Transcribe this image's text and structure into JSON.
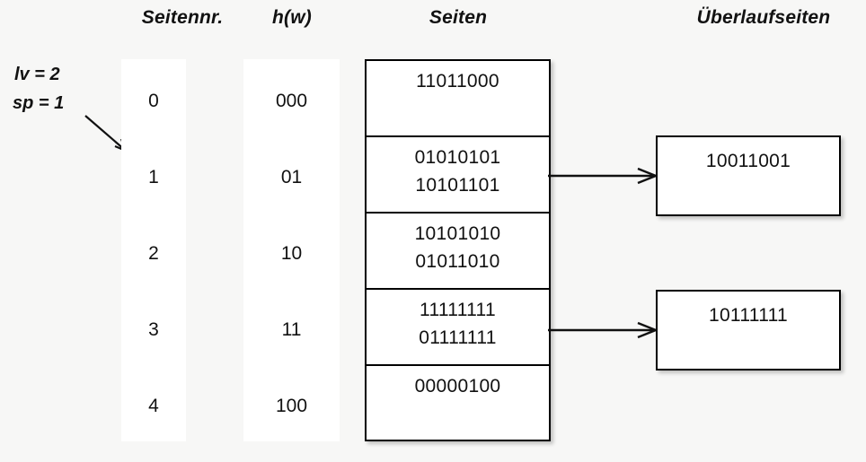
{
  "headers": {
    "seitennr": "Seitennr.",
    "hw": "h(w)",
    "seiten": "Seiten",
    "ueberlaufseiten": "Überlaufseiten"
  },
  "annotations": {
    "lv": "lv = 2",
    "sp": "sp = 1"
  },
  "colors": {
    "background": "#f7f7f6",
    "line": "#000000",
    "text": "#111111",
    "box_fill": "#ffffff"
  },
  "columns": {
    "seitennr": [
      "0",
      "1",
      "2",
      "3",
      "4"
    ],
    "hw": [
      "000",
      "01",
      "10",
      "11",
      "100"
    ]
  },
  "pages": [
    {
      "lines": [
        "11011000"
      ]
    },
    {
      "lines": [
        "01010101",
        "10101101"
      ]
    },
    {
      "lines": [
        "10101010",
        "01011010"
      ]
    },
    {
      "lines": [
        "11111111",
        "01111111"
      ]
    },
    {
      "lines": [
        "00000100"
      ]
    }
  ],
  "overflow_pages": [
    {
      "from_page": 1,
      "lines": [
        "10011001"
      ]
    },
    {
      "from_page": 3,
      "lines": [
        "10111111"
      ]
    }
  ]
}
